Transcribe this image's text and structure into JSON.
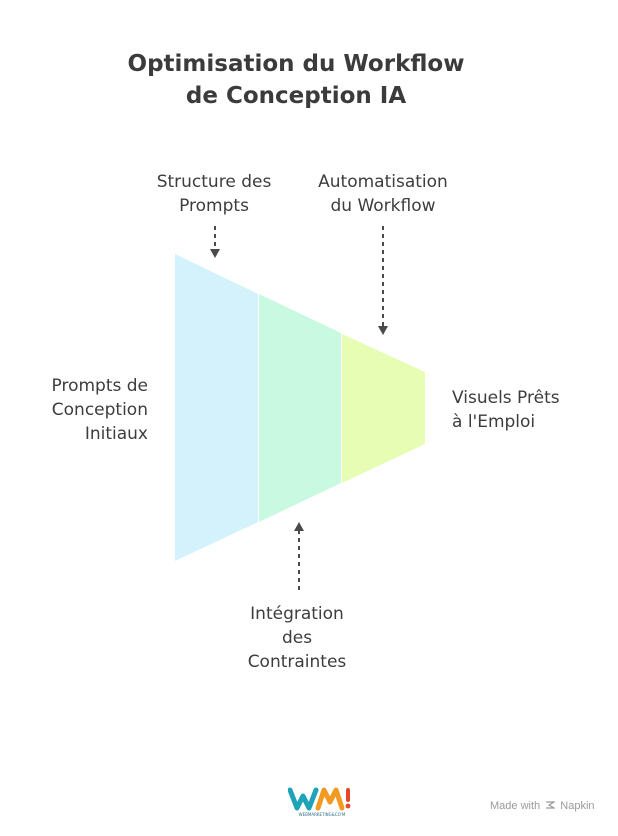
{
  "title": {
    "line1": "Optimisation du Workflow",
    "line2": "de Conception IA"
  },
  "stages": [
    {
      "name": "Prompts de Conception Initiaux",
      "color": "#d3f2fb"
    },
    {
      "name": "Intégration des Contraintes",
      "color": "#c9f9e1"
    },
    {
      "name": "Automatisation du Workflow",
      "color": "#e6fdb3"
    }
  ],
  "labels": {
    "input": {
      "line1": "Prompts de",
      "line2": "Conception",
      "line3": "Initiaux"
    },
    "structure": {
      "line1": "Structure des",
      "line2": "Prompts"
    },
    "automation": {
      "line1": "Automatisation",
      "line2": "du Workflow"
    },
    "constraints": {
      "line1": "Intégration",
      "line2": "des",
      "line3": "Contraintes"
    },
    "output": {
      "line1": "Visuels Prêts",
      "line2": "à l'Emploi"
    }
  },
  "footer": {
    "logo_text": "WEBMARKETING&CO'M",
    "made_with": "Made with",
    "brand": "Napkin"
  },
  "colors": {
    "arrow": "#4a4a4a",
    "text": "#3d3d3d"
  }
}
